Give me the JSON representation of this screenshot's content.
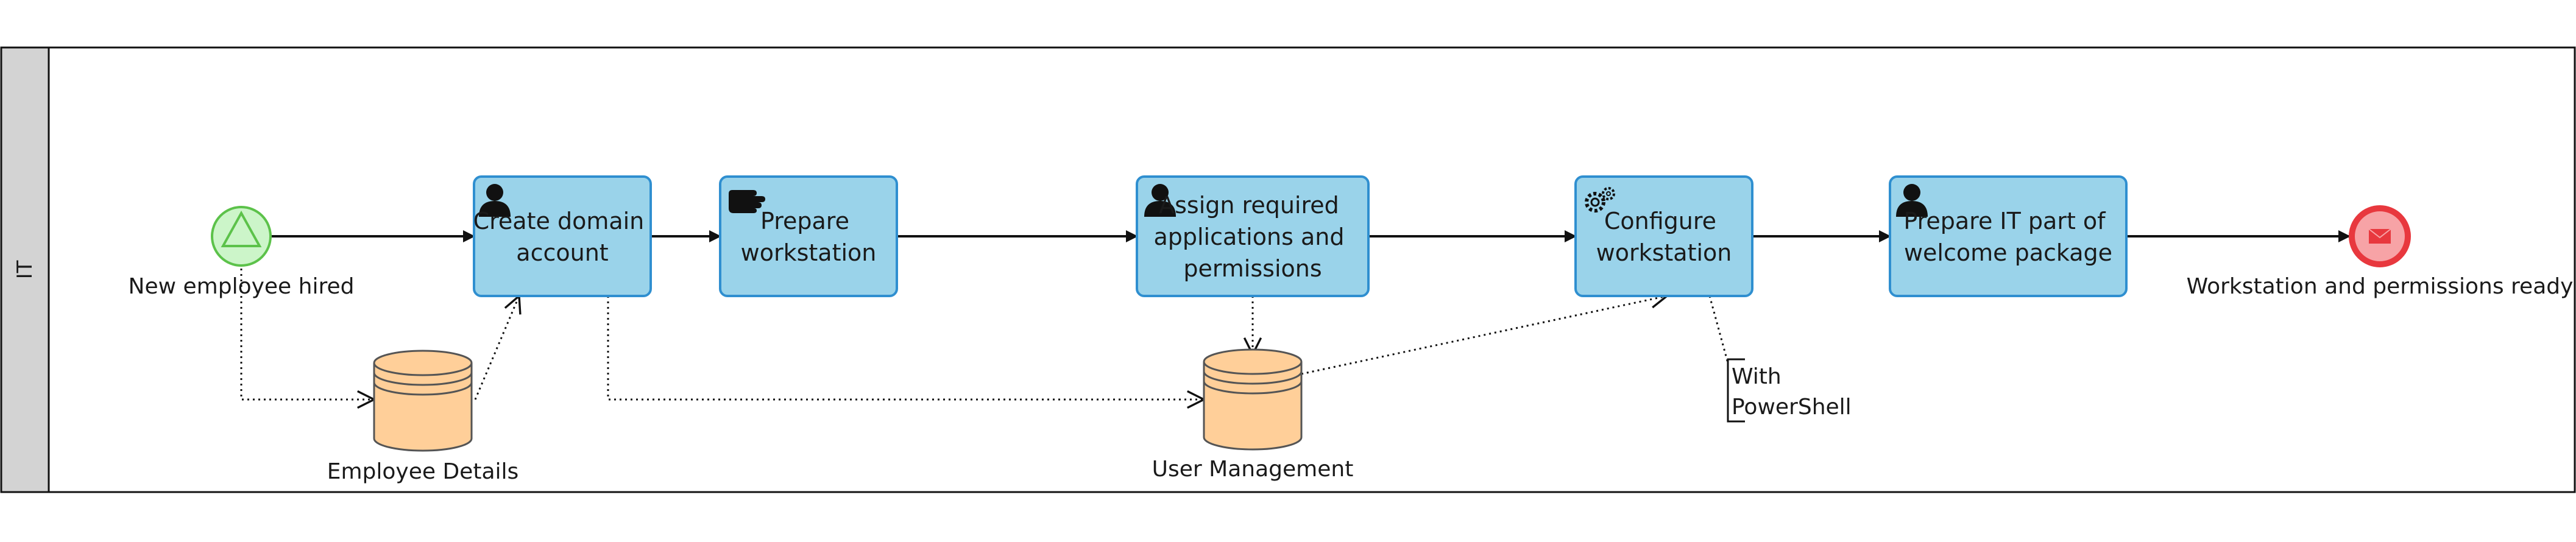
{
  "lane": {
    "label": "IT"
  },
  "events": {
    "start": {
      "label": "New employee hired"
    },
    "end": {
      "label": "Workstation and permissions ready"
    }
  },
  "tasks": {
    "create_domain_account": {
      "lines": [
        "Create domain",
        "account"
      ],
      "icon": "user-task-icon"
    },
    "prepare_workstation": {
      "lines": [
        "Prepare",
        "workstation"
      ],
      "icon": "manual-task-icon"
    },
    "assign_permissions": {
      "lines": [
        "Assign required",
        "applications and",
        "permissions"
      ],
      "icon": "user-task-icon"
    },
    "configure_workstation": {
      "lines": [
        "Configure",
        "workstation"
      ],
      "icon": "service-task-icon"
    },
    "prepare_welcome_package": {
      "lines": [
        "Prepare IT part of",
        "welcome package"
      ],
      "icon": "user-task-icon"
    }
  },
  "data_stores": {
    "employee_details": {
      "label": "Employee Details"
    },
    "user_management": {
      "label": "User Management"
    }
  },
  "annotation": {
    "lines": [
      "With",
      "PowerShell"
    ]
  },
  "colors": {
    "task_fill": "#9ad3ea",
    "task_stroke": "#2f8fd0",
    "start_fill": "#ccf5c9",
    "start_stroke": "#5cc24a",
    "end_fill": "#f7a3a6",
    "end_stroke": "#e8383e",
    "store_fill": "#ffcf99",
    "store_stroke": "#555555",
    "lane_header": "#d3d3d3"
  }
}
